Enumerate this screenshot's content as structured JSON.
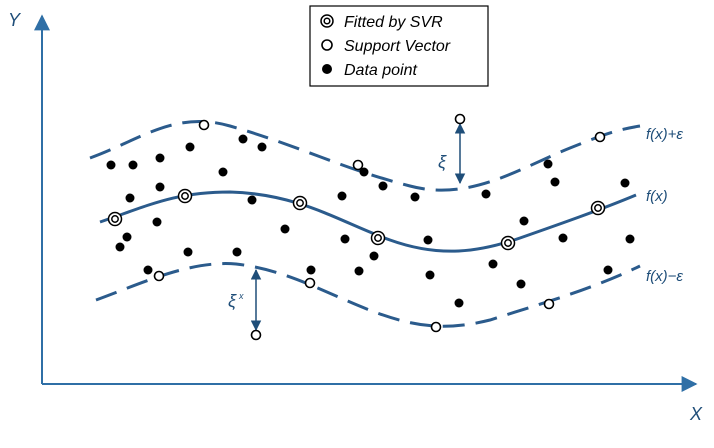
{
  "axes": {
    "x_label": "X",
    "y_label": "Y"
  },
  "legend": {
    "items": [
      {
        "label": "Fitted by SVR",
        "marker": "double-ring"
      },
      {
        "label": "Support Vector",
        "marker": "open-circle"
      },
      {
        "label": "Data point",
        "marker": "filled-circle"
      }
    ]
  },
  "curves": {
    "upper_label": "f(x)+ε",
    "center_label": "f(x)",
    "lower_label": "f(x)−ε"
  },
  "slack": {
    "upper_label": "ξ",
    "lower_label": "ξ",
    "lower_superscript": "x"
  },
  "colors": {
    "curve": "#2b5b8c",
    "axis": "#2f6fa6",
    "text": "#1f4e79"
  }
}
